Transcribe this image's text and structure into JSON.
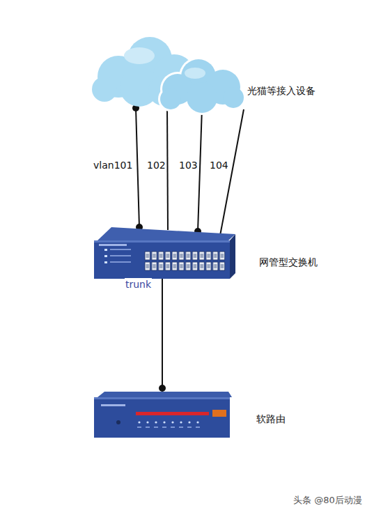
{
  "diagram": {
    "nodes": [
      {
        "text": [
          "光猫等接入设备"
        ]
      },
      {
        "text": [
          "网管型交换机"
        ]
      },
      {
        "text": [
          "软路由"
        ]
      }
    ],
    "edges": [
      {
        "from": 0,
        "to": 1,
        "arrow": "none",
        "label": "vlan101"
      },
      {
        "from": 0,
        "to": 1,
        "arrow": "none",
        "label": "102"
      },
      {
        "from": 0,
        "to": 1,
        "arrow": "none",
        "label": "103"
      },
      {
        "from": 0,
        "to": 1,
        "arrow": "none",
        "label": "104"
      },
      {
        "from": 1,
        "to": 2,
        "arrow": "none",
        "label": "trunk"
      }
    ],
    "labels": [
      "头条 @80后动漫"
    ]
  }
}
